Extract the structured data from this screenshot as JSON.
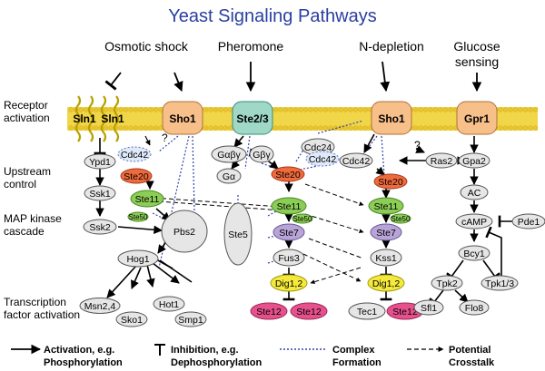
{
  "title": "Yeast Signaling Pathways",
  "signals": {
    "osmotic": "Osmotic shock",
    "pheromone": "Pheromone",
    "ndepletion": "N-depletion",
    "glucose1": "Glucose",
    "glucose2": "sensing"
  },
  "side_labels": {
    "receptor1": "Receptor",
    "receptor2": "activation",
    "upstream1": "Upstream",
    "upstream2": "control",
    "mapk1": "MAP kinase",
    "mapk2": "cascade",
    "tf1": "Transcription",
    "tf2": "factor activation"
  },
  "receptors": {
    "sln1a": "Sln1",
    "sln1b": "Sln1",
    "sho1_osm": "Sho1",
    "ste23": "Ste2/3",
    "sho1_n": "Sho1",
    "gpr1": "Gpr1"
  },
  "nodes": {
    "ypd1": "Ypd1",
    "ssk1": "Ssk1",
    "ssk2": "Ssk2",
    "hog1": "Hog1",
    "pbs2": "Pbs2",
    "cdc42_osm": "Cdc42",
    "ste20_osm": "Ste20",
    "ste11_osm": "Ste11",
    "ste50_osm": "Ste50",
    "msn24": "Msn2,4",
    "sko1": "Sko1",
    "hot1": "Hot1",
    "smp1": "Smp1",
    "gabg": "Gαβγ",
    "ga": "Gα",
    "gbg": "Gβγ",
    "cdc24": "Cdc24",
    "cdc42_ph": "Cdc42",
    "ste20_ph": "Ste20",
    "ste11_ph": "Ste11",
    "ste50_ph": "Ste50",
    "ste7_ph": "Ste7",
    "ste5": "Ste5",
    "fus3": "Fus3",
    "dig12_ph": "Dig1,2",
    "ste12a": "Ste12",
    "ste12b": "Ste12",
    "cdc42_n": "Cdc42",
    "ras2": "Ras2",
    "ste20_n": "Ste20",
    "ste11_n": "Ste11",
    "ste50_n": "Ste50",
    "ste7_n": "Ste7",
    "kss1": "Kss1",
    "dig12_n": "Dig1,2",
    "tec1": "Tec1",
    "ste12_n": "Ste12",
    "gpa2": "Gpa2",
    "ac": "AC",
    "camp": "cAMP",
    "pde1": "Pde1",
    "bcy1": "Bcy1",
    "tpk2": "Tpk2",
    "tpk13": "Tpk1/3",
    "sfl1": "Sfl1",
    "flo8": "Flo8",
    "q1": "?",
    "q2": "?"
  },
  "legend": {
    "activation1": "Activation, e.g.",
    "activation2": "Phosphorylation",
    "inhibition1": "Inhibition, e.g.",
    "inhibition2": "Dephosphorylation",
    "complex1": "Complex",
    "complex2": "Formation",
    "crosstalk1": "Potential",
    "crosstalk2": "Crosstalk"
  },
  "colors": {
    "title": "#2a3fa0",
    "membrane": "#f2d64a",
    "sho1": "#f7c08a",
    "ste23": "#9fd8c6",
    "gpr1": "#f7c08a",
    "ste20": "#ef6a3c",
    "ste11": "#8ccd57",
    "ste7": "#b9a4d8",
    "dig": "#f5ea3c",
    "ste12": "#e6508c",
    "grey": "#e6e6e6",
    "cdc42": "#dfe9f7"
  }
}
